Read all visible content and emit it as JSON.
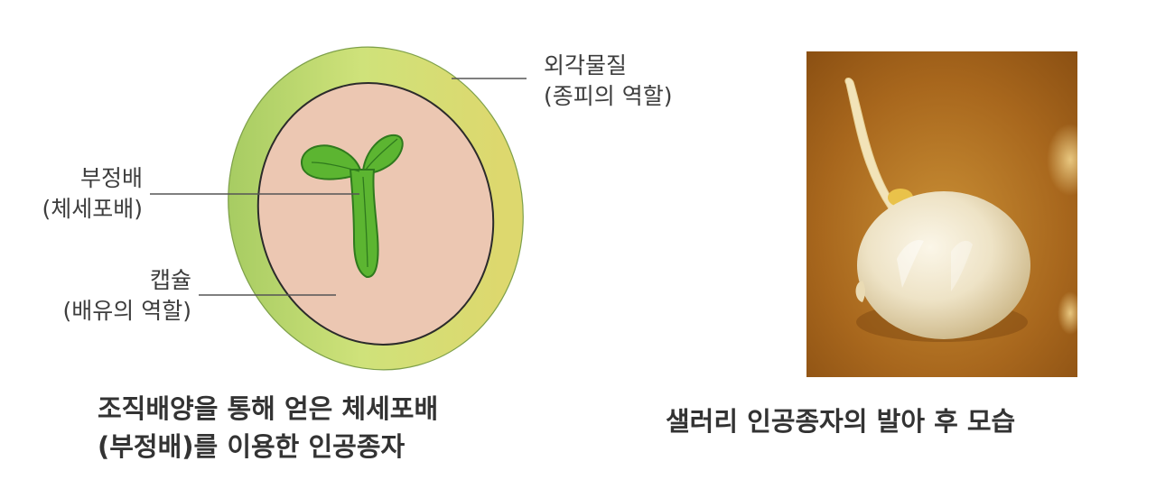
{
  "diagram": {
    "labels": {
      "outer_material": {
        "line1": "외각물질",
        "line2": "(종피의 역할)"
      },
      "somatic_embryo": {
        "line1": "부정배",
        "line2": "(체세포배)"
      },
      "capsule": {
        "line1": "캡슐",
        "line2": "(배유의 역할)"
      }
    },
    "caption": {
      "line1": "조직배양을 통해 얻은 체세포배",
      "line2": "(부정배)를 이용한 인공종자"
    },
    "colors": {
      "outer_layer": "#c8dc6a",
      "capsule": "#ecc7b2",
      "embryo": "#5cb531",
      "embryo_outline": "#2f7a1d",
      "leader_line": "#555555"
    }
  },
  "photo": {
    "caption": "샐러리 인공종자의 발아 후 모습",
    "colors": {
      "background": "#b87a24",
      "seed": "#f3ead5"
    }
  }
}
